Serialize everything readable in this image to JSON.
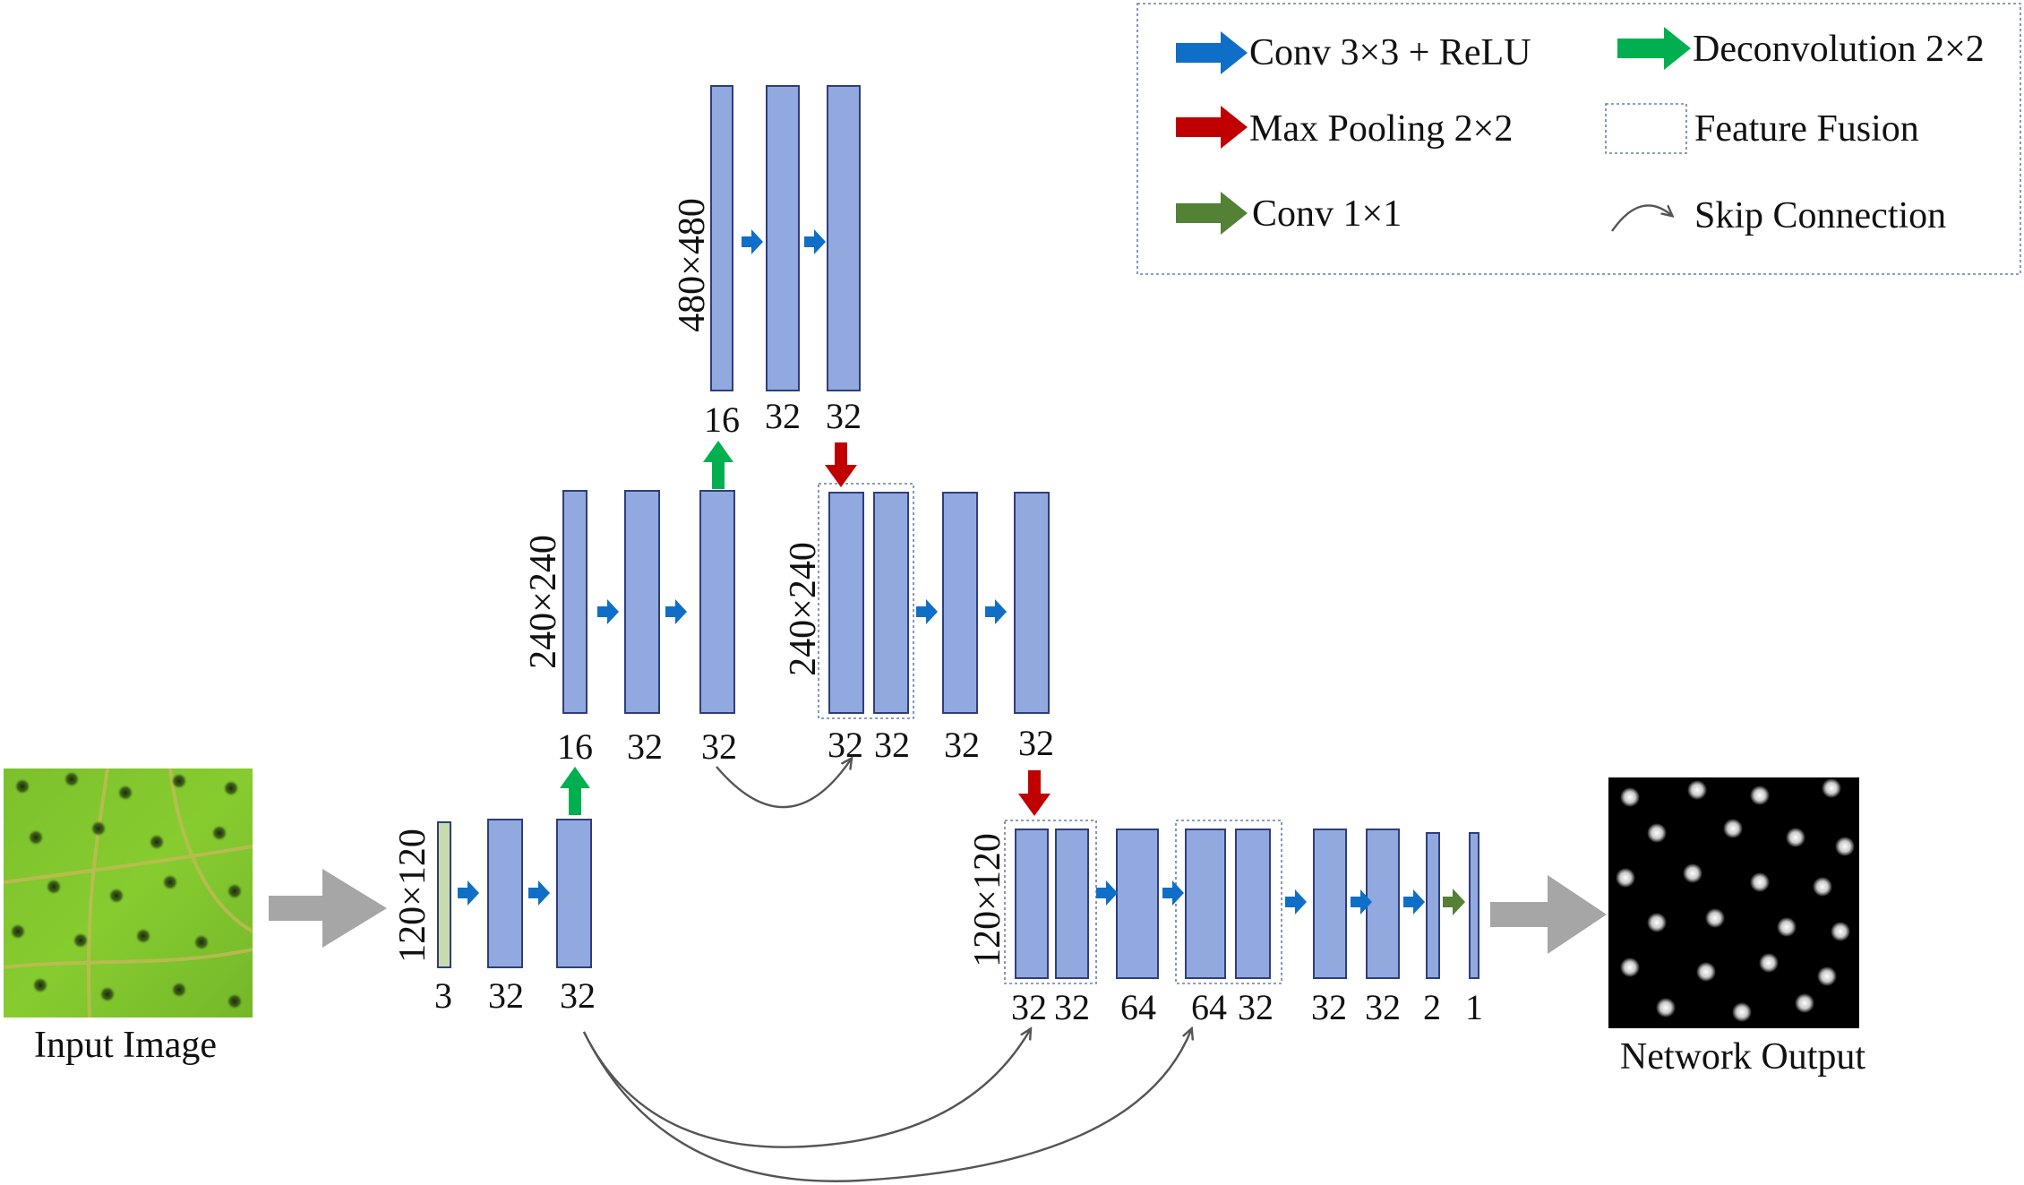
{
  "legend": {
    "conv3x3": "Conv 3×3 + ReLU",
    "maxpool": "Max Pooling 2×2",
    "conv1x1": "Conv 1×1",
    "deconv": "Deconvolution 2×2",
    "fusion": "Feature Fusion",
    "skip": "Skip Connection"
  },
  "colors": {
    "conv3x3": "#0f6fc6",
    "maxpool": "#c00000",
    "conv1x1": "#538135",
    "deconv": "#00b050",
    "feature_map": "#91a9df",
    "input_map": "#c8dbb0",
    "io_arrow": "#a6a6a6"
  },
  "io": {
    "input_label": "Input Image",
    "output_label": "Network Output"
  },
  "resolutions": {
    "r120_left": "120×120",
    "r240_left": "240×240",
    "r480": "480×480",
    "r240_right": "240×240",
    "r120_right": "120×120"
  },
  "channels": {
    "l120": [
      "3",
      "32",
      "32"
    ],
    "l240": [
      "16",
      "32",
      "32"
    ],
    "l480": [
      "16",
      "32",
      "32"
    ],
    "r240": [
      "32",
      "32",
      "32",
      "32"
    ],
    "r120": [
      "32",
      "32",
      "64",
      "64",
      "32",
      "32",
      "32",
      "2",
      "1"
    ]
  }
}
